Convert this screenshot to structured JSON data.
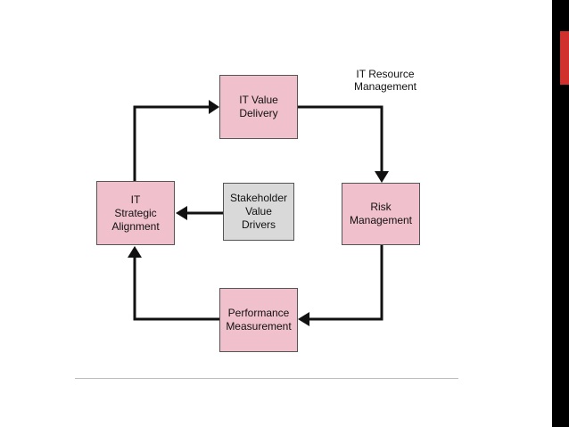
{
  "nodes": {
    "value_delivery": "IT Value\nDelivery",
    "risk_management": "Risk\nManagement",
    "performance_measurement": "Performance\nMeasurement",
    "strategic_alignment": "IT\nStrategic\nAlignment",
    "stakeholder_value_drivers": "Stakeholder\nValue\nDrivers"
  },
  "labels": {
    "resource_management": "IT Resource\nManagement"
  },
  "colors": {
    "node_fill": "#f0c0cc",
    "center_fill": "#d9d9d9",
    "arrow": "#111111",
    "right_bar": "#000000",
    "right_accent": "#d0312d"
  }
}
